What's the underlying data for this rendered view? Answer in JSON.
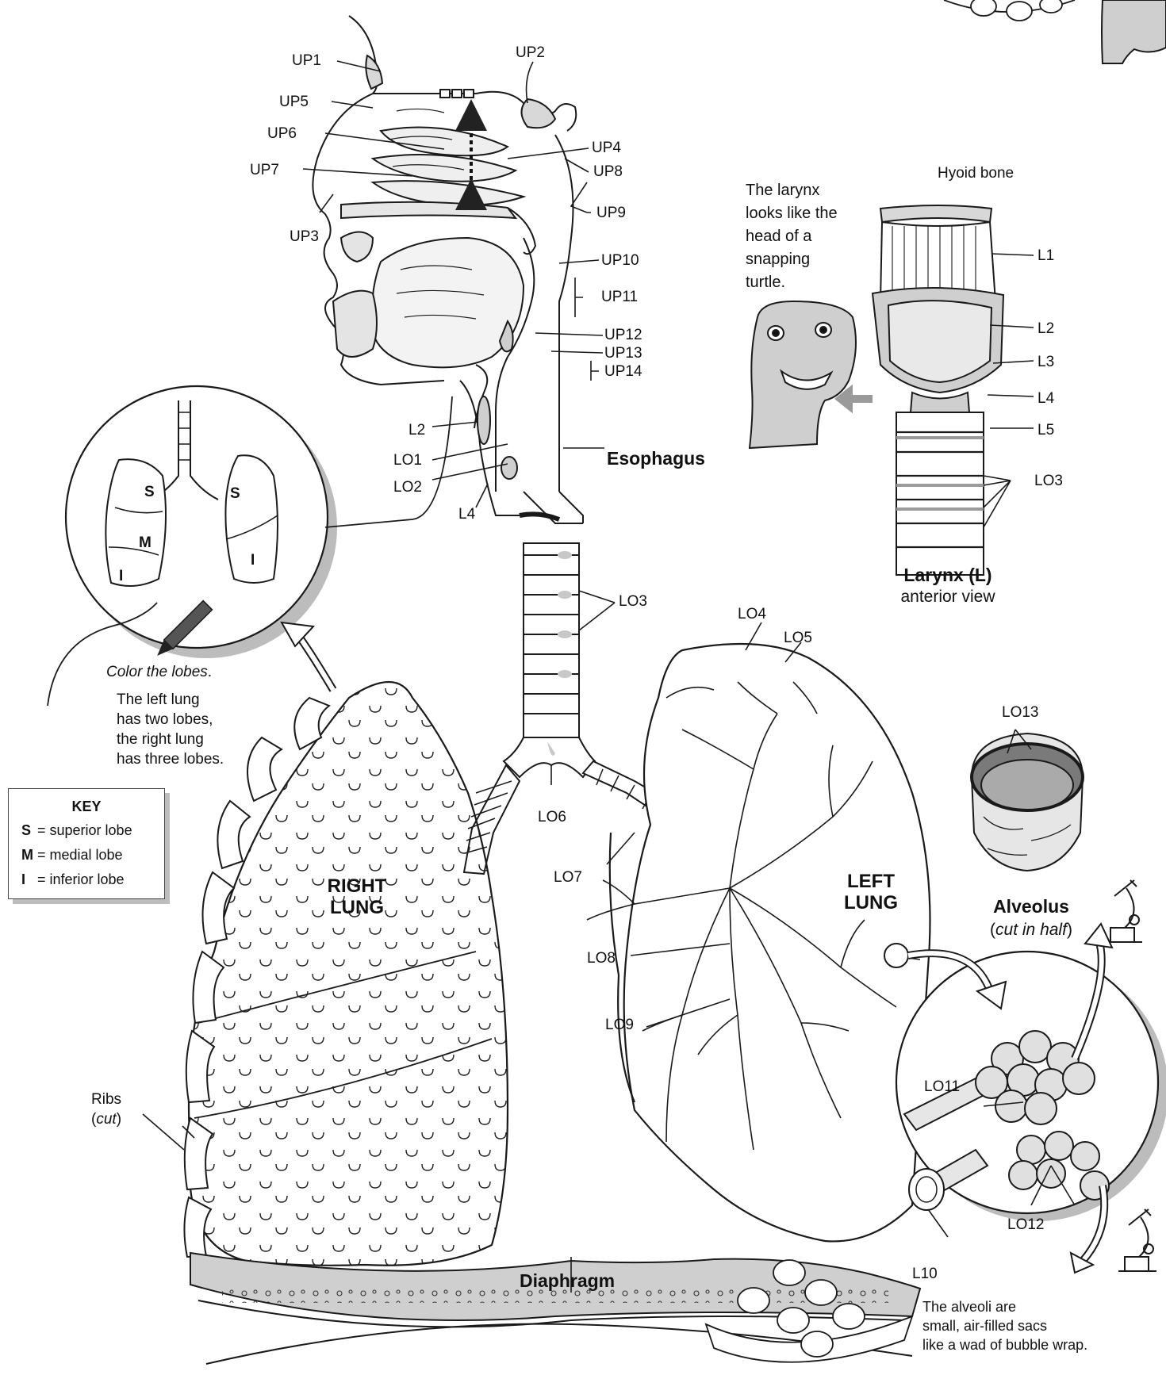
{
  "upper": {
    "up1": "UP1",
    "up2": "UP2",
    "up3": "UP3",
    "up4": "UP4",
    "up5": "UP5",
    "up6": "UP6",
    "up7": "UP7",
    "up8": "UP8",
    "up9": "UP9",
    "up10": "UP10",
    "up11": "UP11",
    "up12": "UP12",
    "up13": "UP13",
    "up14": "UP14"
  },
  "larynx": {
    "hyoid": "Hyoid bone",
    "l1": "L1",
    "l2": "L2",
    "l3": "L3",
    "l4": "L4",
    "l5": "L5",
    "lo3": "LO3",
    "title": "Larynx (L)",
    "subtitle": "anterior view",
    "turtle_note": [
      "The larynx",
      "looks like the",
      "head of a",
      "snapping",
      "turtle."
    ]
  },
  "neck": {
    "l2": "L2",
    "lo1": "LO1",
    "lo2": "LO2",
    "l4": "L4",
    "esophagus": "Esophagus"
  },
  "lungs": {
    "lo3": "LO3",
    "lo4": "LO4",
    "lo5": "LO5",
    "lo6": "LO6",
    "lo7": "LO7",
    "lo8": "LO8",
    "lo9": "LO9",
    "right": [
      "RIGHT",
      "LUNG"
    ],
    "left": [
      "LEFT",
      "LUNG"
    ],
    "diaphragm": "Diaphragm",
    "ribs": "Ribs",
    "ribs_note": "cut"
  },
  "inset": {
    "s1": "S",
    "s2": "S",
    "m": "M",
    "i1": "I",
    "i2": "I",
    "color_note": "Color the lobes",
    "lobes_note": [
      "The left lung",
      "has two lobes,",
      "the right lung",
      "has three lobes."
    ]
  },
  "key": {
    "title": "KEY",
    "rows": [
      {
        "code": "S",
        "text": "= superior lobe"
      },
      {
        "code": "M",
        "text": "= medial lobe"
      },
      {
        "code": "I",
        "text": "= inferior lobe"
      }
    ]
  },
  "alveolus": {
    "lo13": "LO13",
    "title": "Alveolus",
    "subtitle": "cut in half",
    "lo11": "LO11",
    "lo12": "LO12",
    "l10": "L10",
    "note": [
      "The alveoli are",
      "small, air-filled sacs",
      "like a wad of bubble wrap."
    ]
  }
}
